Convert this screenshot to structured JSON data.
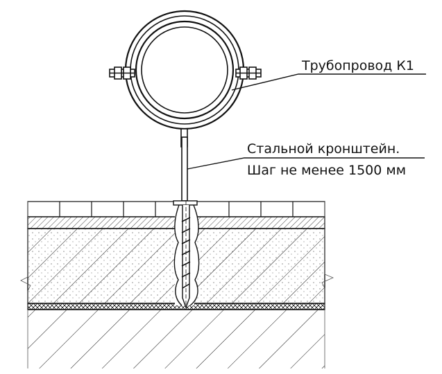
{
  "labels": {
    "pipeline": "Трубопровод К1",
    "bracket_line1": "Стальной кронштейн.",
    "bracket_line2": "Шаг не менее 1500 мм"
  },
  "colors": {
    "ink": "#111111",
    "background": "#ffffff"
  }
}
